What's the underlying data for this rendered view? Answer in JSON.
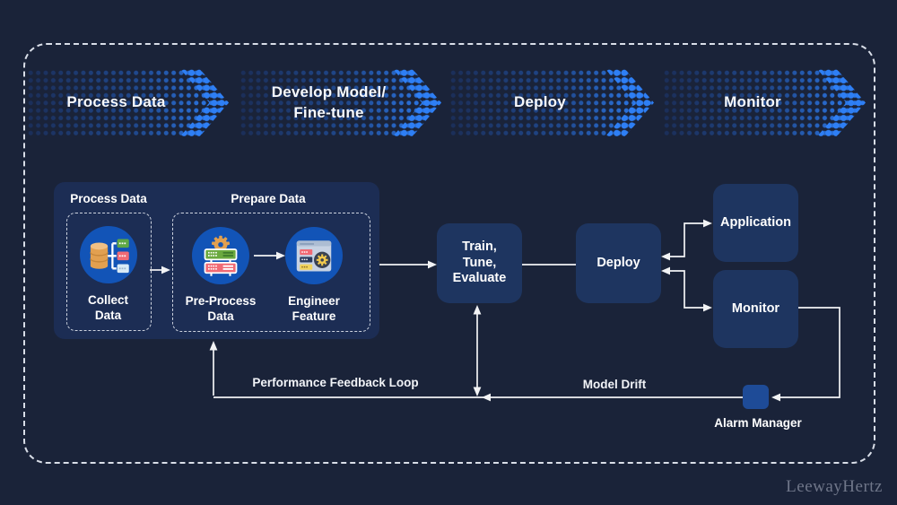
{
  "banners": [
    {
      "line1": "Process Data"
    },
    {
      "line1": "Develop Model/",
      "line2": "Fine-tune"
    },
    {
      "line1": "Deploy"
    },
    {
      "line1": "Monitor"
    }
  ],
  "process_group": {
    "title": "Process Data",
    "prepare_title": "Prepare Data",
    "collect": {
      "line1": "Collect",
      "line2": "Data"
    },
    "preprocess": {
      "line1": "Pre-Process",
      "line2": "Data"
    },
    "engineer": {
      "line1": "Engineer",
      "line2": "Feature"
    }
  },
  "nodes": {
    "train": {
      "line1": "Train,",
      "line2": "Tune,",
      "line3": "Evaluate"
    },
    "deploy": {
      "label": "Deploy"
    },
    "application": {
      "label": "Application"
    },
    "monitor": {
      "label": "Monitor"
    },
    "alarm_manager": {
      "label": "Alarm Manager"
    }
  },
  "edge_labels": {
    "performance_feedback": "Performance Feedback Loop",
    "model_drift": "Model Drift"
  },
  "icons": {
    "collect_data": "database-tree-icon",
    "preprocess_data": "server-stack-gear-icon",
    "engineer_feature": "app-window-gear-icon",
    "alarm_manager": "alarm-box-icon"
  },
  "colors": {
    "background": "#1A2339",
    "group_panel": "#1C2D54",
    "node_fill": "#1E3560",
    "icon_circle": "#1254B7",
    "dot_bright": "#2E7FF5",
    "dot_dim": "#1B2E58",
    "alarm_chip": "#1E4B97",
    "connector": "#F2F3F5",
    "watermark": "#6F7689"
  },
  "watermark": "LeewayHertz"
}
